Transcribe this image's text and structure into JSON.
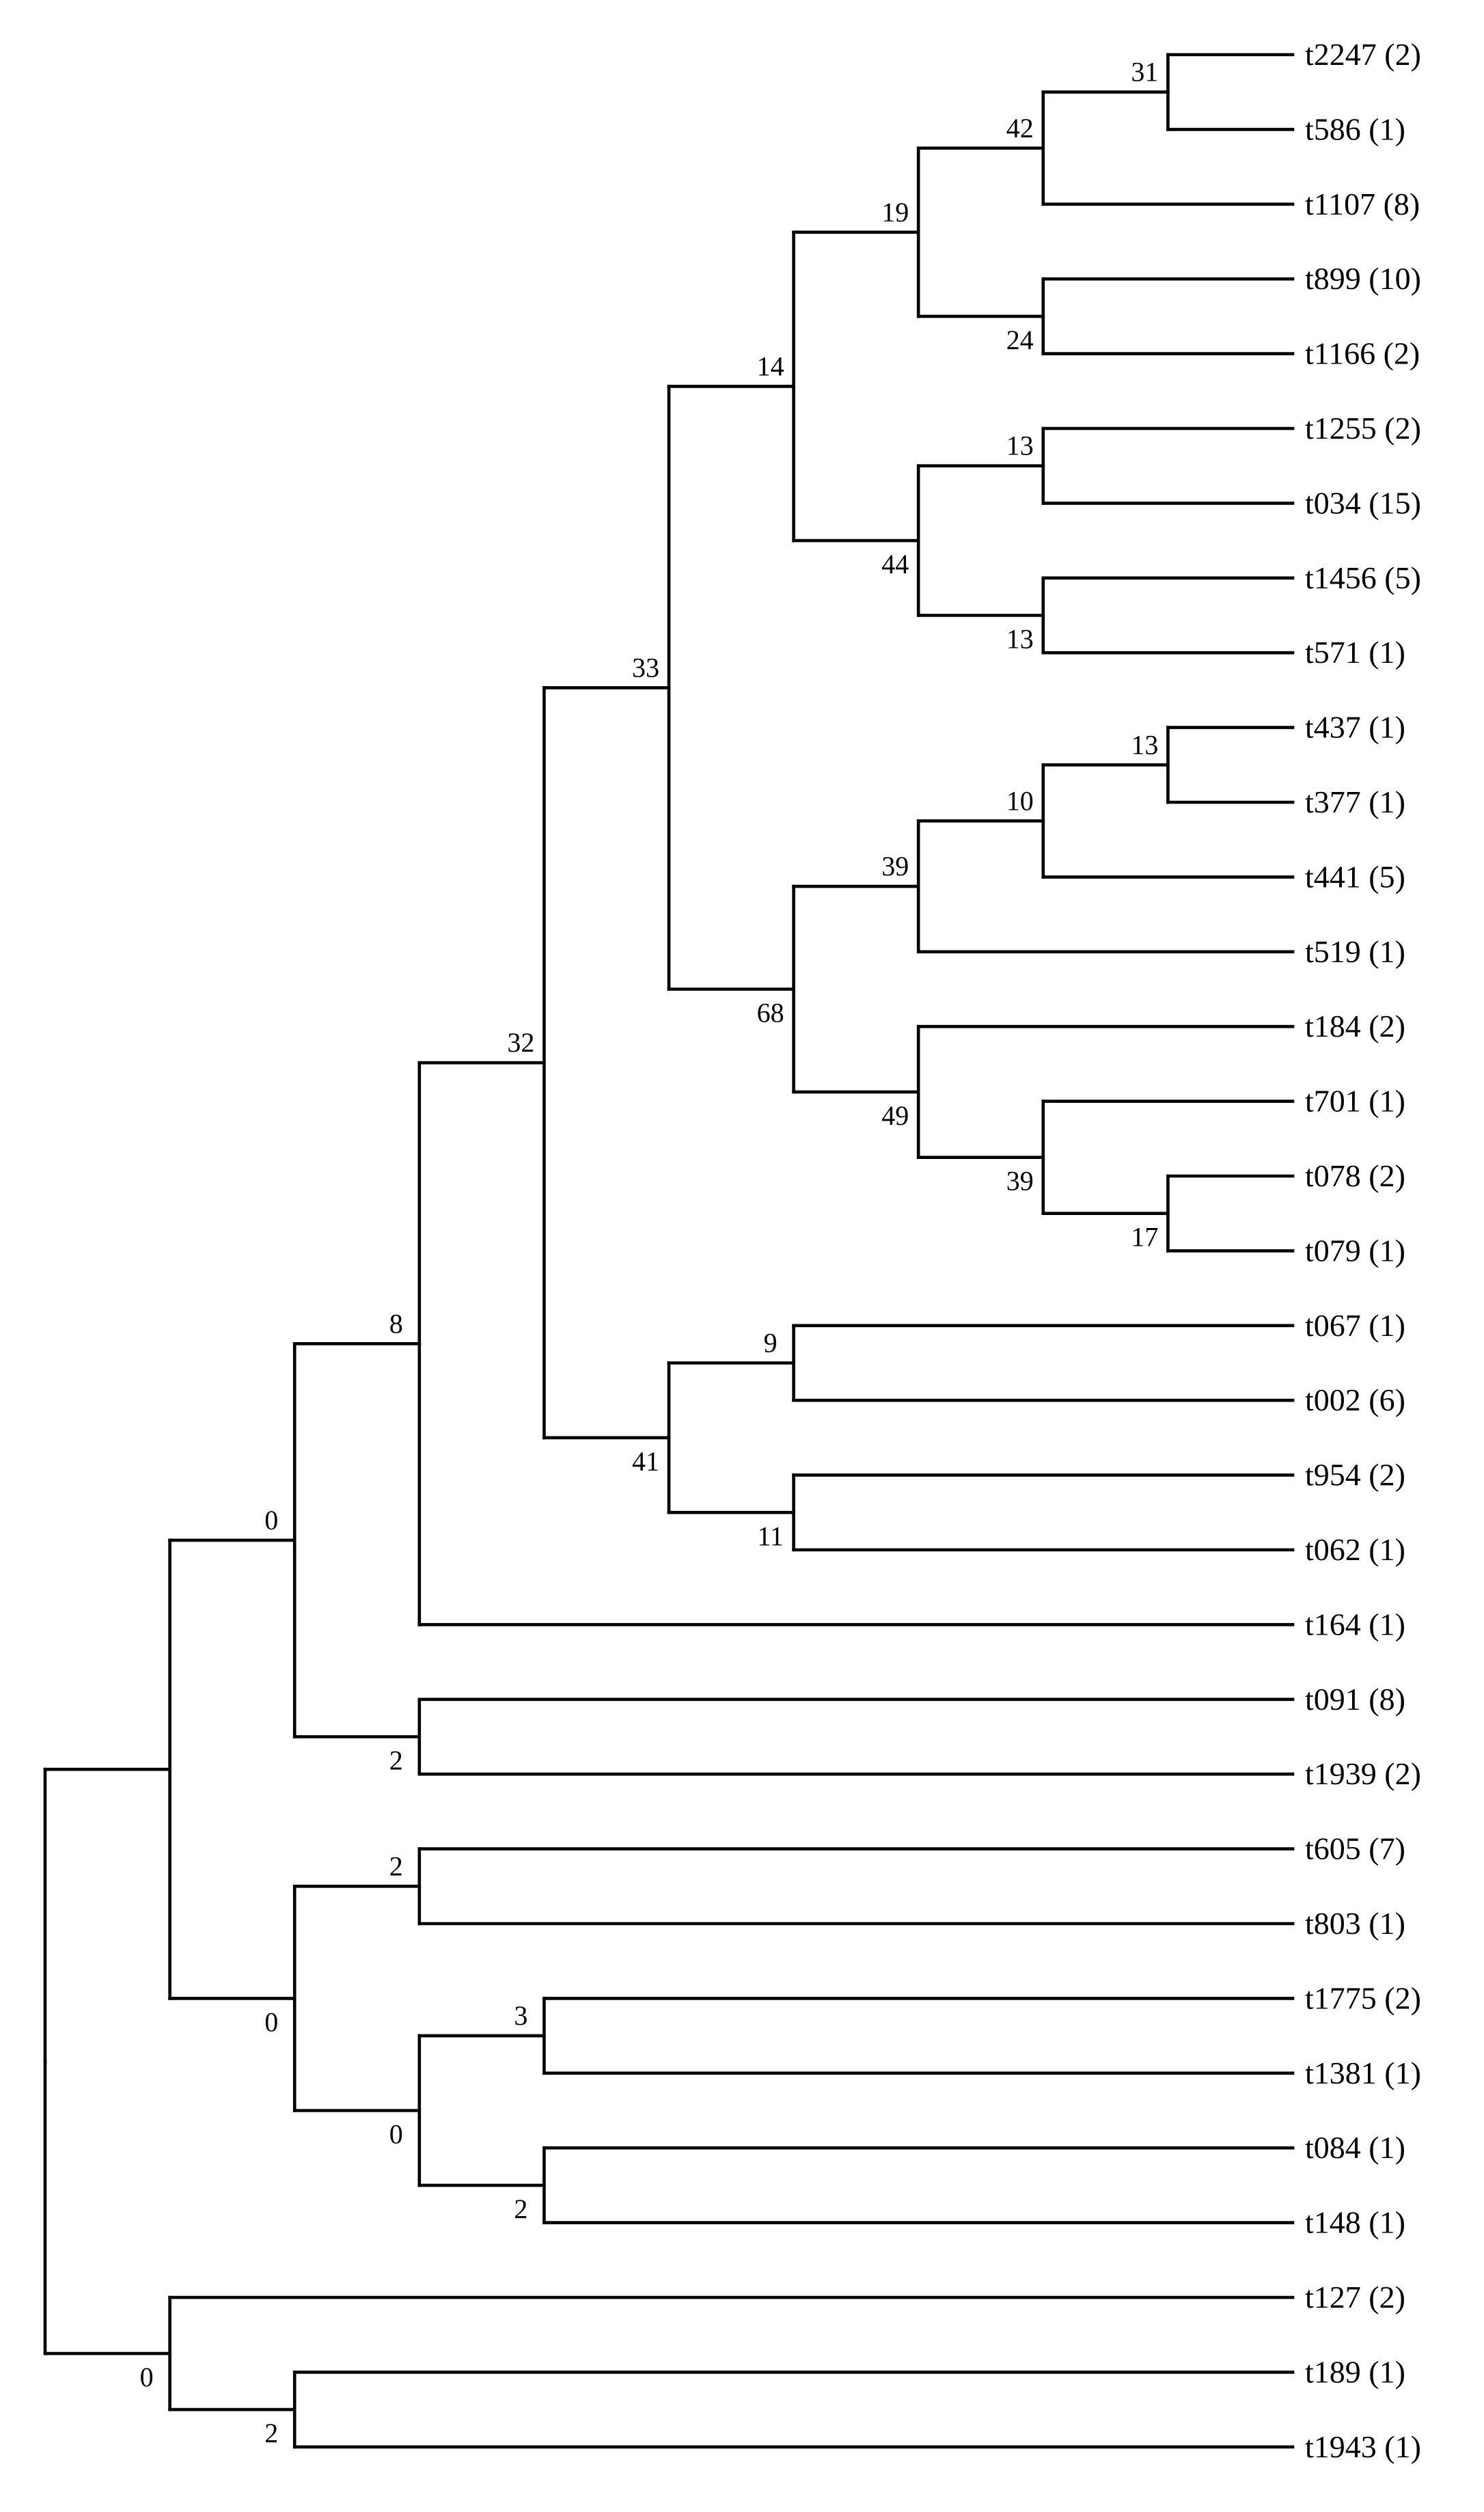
{
  "tree": {
    "children": [
      {
        "children": [
          {
            "children": [
              {
                "children": [
                  {
                    "children": [
                      {
                        "children": [
                          {
                            "children": [
                              {
                                "children": [
                                  {
                                    "children": [
                                      {
                                        "label": "t2247 (2)"
                                      },
                                      {
                                        "label": "t586 (1)"
                                      }
                                    ],
                                    "support": "31"
                                  },
                                  {
                                    "label": "t1107 (8)"
                                  }
                                ],
                                "support": "42"
                              },
                              {
                                "children": [
                                  {
                                    "label": "t899 (10)"
                                  },
                                  {
                                    "label": "t1166 (2)"
                                  }
                                ],
                                "support": "24"
                              }
                            ],
                            "support": "19"
                          },
                          {
                            "children": [
                              {
                                "children": [
                                  {
                                    "label": "t1255 (2)"
                                  },
                                  {
                                    "label": "t034 (15)"
                                  }
                                ],
                                "support": "13"
                              },
                              {
                                "children": [
                                  {
                                    "label": "t1456 (5)"
                                  },
                                  {
                                    "label": "t571 (1)"
                                  }
                                ],
                                "support": "13"
                              }
                            ],
                            "support": "44"
                          }
                        ],
                        "support": "14"
                      },
                      {
                        "children": [
                          {
                            "children": [
                              {
                                "children": [
                                  {
                                    "children": [
                                      {
                                        "label": "t437 (1)"
                                      },
                                      {
                                        "label": "t377 (1)"
                                      }
                                    ],
                                    "support": "13"
                                  },
                                  {
                                    "label": "t441 (5)"
                                  }
                                ],
                                "support": "10"
                              },
                              {
                                "label": "t519 (1)"
                              }
                            ],
                            "support": "39"
                          },
                          {
                            "children": [
                              {
                                "label": "t184 (2)"
                              },
                              {
                                "children": [
                                  {
                                    "label": "t701 (1)"
                                  },
                                  {
                                    "children": [
                                      {
                                        "label": "t078 (2)"
                                      },
                                      {
                                        "label": "t079 (1)"
                                      }
                                    ],
                                    "support": "17"
                                  }
                                ],
                                "support": "39"
                              }
                            ],
                            "support": "49"
                          }
                        ],
                        "support": "68"
                      }
                    ],
                    "support": "33"
                  },
                  {
                    "children": [
                      {
                        "children": [
                          {
                            "label": "t067 (1)"
                          },
                          {
                            "label": "t002 (6)"
                          }
                        ],
                        "support": "9"
                      },
                      {
                        "children": [
                          {
                            "label": "t954 (2)"
                          },
                          {
                            "label": "t062 (1)"
                          }
                        ],
                        "support": "11"
                      }
                    ],
                    "support": "41"
                  }
                ],
                "support": "32"
              },
              {
                "label": "t164 (1)"
              }
            ],
            "support": "8"
          },
          {
            "children": [
              {
                "label": "t091 (8)"
              },
              {
                "label": "t1939 (2)"
              }
            ],
            "support": "2"
          }
        ],
        "support": "0"
      },
      {
        "children": [
          {
            "children": [
              {
                "label": "t605 (7)"
              },
              {
                "label": "t803 (1)"
              }
            ],
            "support": "2"
          },
          {
            "children": [
              {
                "children": [
                  {
                    "label": "t1775 (2)"
                  },
                  {
                    "label": "t1381 (1)"
                  }
                ],
                "support": "3"
              },
              {
                "children": [
                  {
                    "label": "t084 (1)"
                  },
                  {
                    "label": "t148 (1)"
                  }
                ],
                "support": "2"
              }
            ],
            "support": "0"
          }
        ],
        "support": "0"
      }
    ]
  },
  "outgroup": {
    "children": [
      {
        "label": "t127 (2)"
      },
      {
        "children": [
          {
            "label": "t189 (1)"
          },
          {
            "label": "t1943 (1)"
          }
        ],
        "support": "2"
      }
    ],
    "support": "0"
  }
}
